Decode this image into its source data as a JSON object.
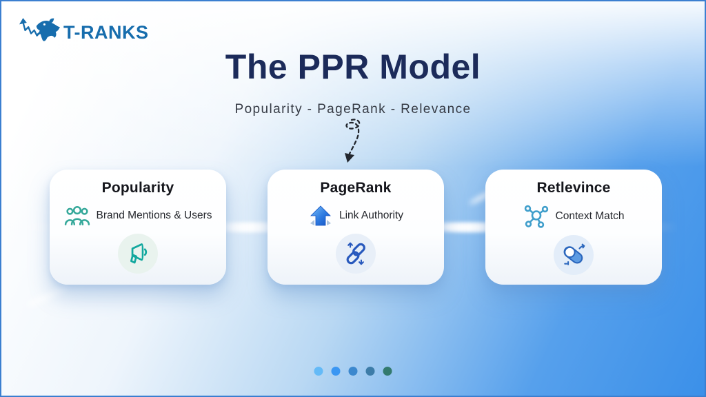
{
  "brand": {
    "name": "T-RANKS"
  },
  "header": {
    "title": "The PPR Model",
    "subtitle": "Popularity - PageRank - Relevance"
  },
  "cards": [
    {
      "title": "Popularity",
      "description": "Brand Mentions & Users",
      "row_icon": "users-icon",
      "badge_icon": "megaphone-icon",
      "accent": "#2ba89b"
    },
    {
      "title": "PageRank",
      "description": "Link Authority",
      "row_icon": "arrow-up-icon",
      "badge_icon": "chain-link-icon",
      "accent": "#2a5cc0"
    },
    {
      "title": "Retlevince",
      "description": "Context Match",
      "row_icon": "network-icon",
      "badge_icon": "toggle-icon",
      "accent": "#4286d9"
    }
  ],
  "pagination": {
    "count": 5,
    "dots": [
      "#64baf7",
      "#3b97f3",
      "#3c88ce",
      "#3d7ca8",
      "#337a6e"
    ]
  },
  "colors": {
    "brand_blue": "#176dad",
    "heading_navy": "#1c2b5a",
    "background_blue": "#3b90e9",
    "teal_accent": "#2ba89b",
    "link_blue": "#2859bd"
  }
}
